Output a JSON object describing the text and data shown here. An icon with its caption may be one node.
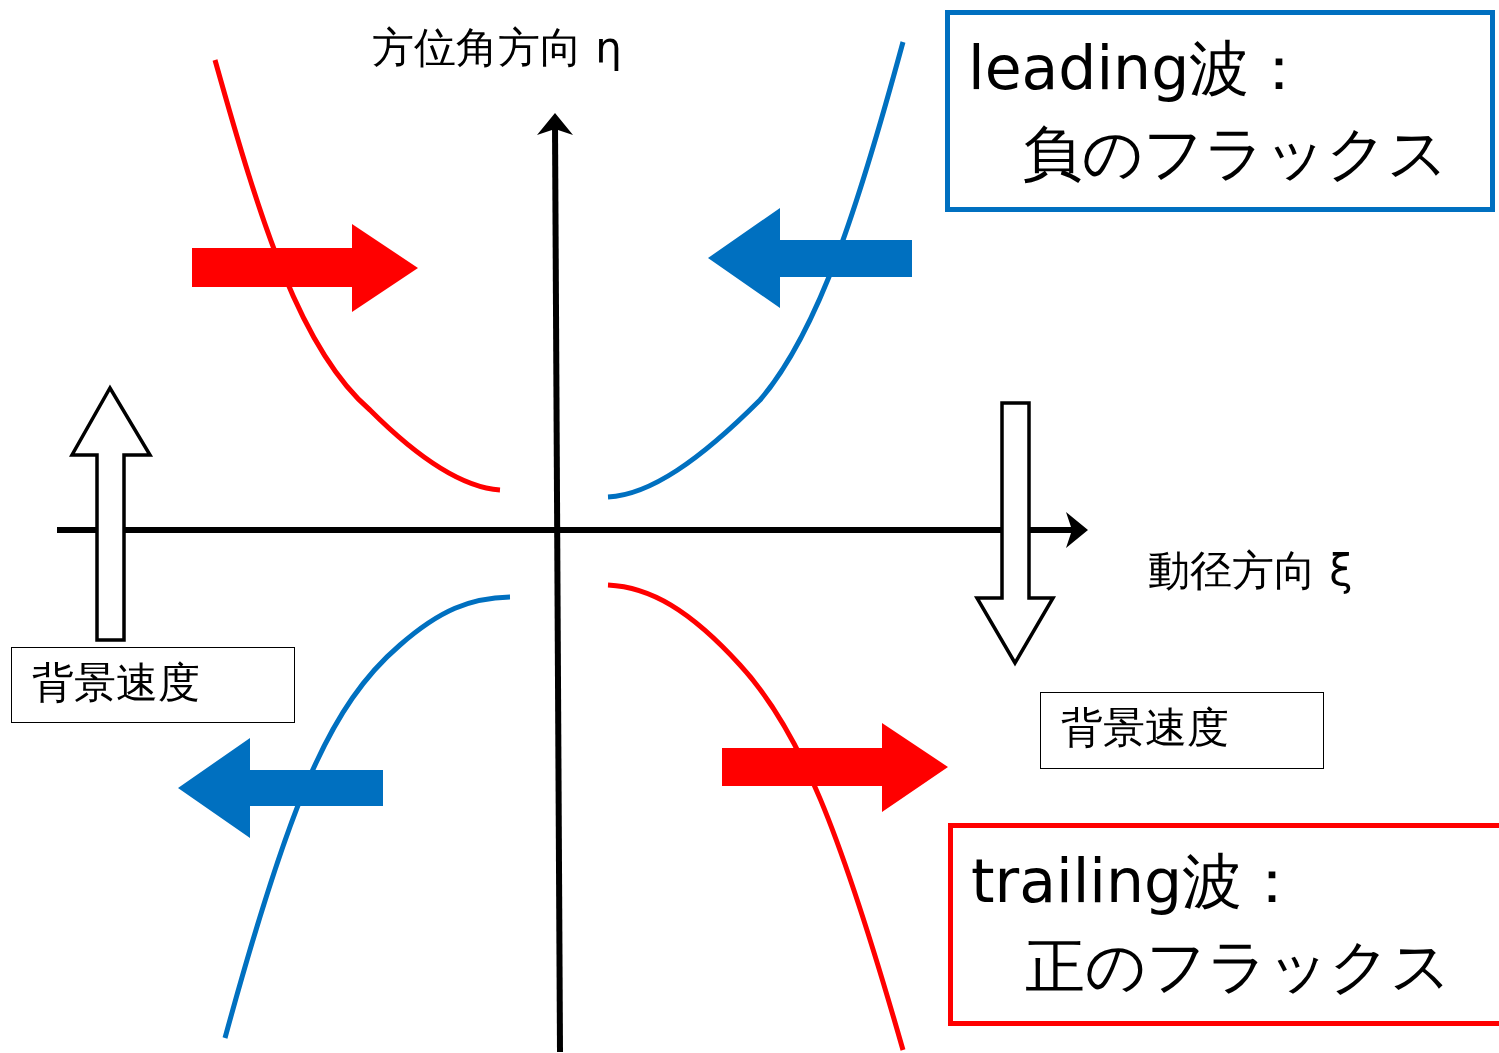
{
  "diagram": {
    "nodes": [
      {
        "text": [
          "leading波：",
          "負のフラックス"
        ]
      },
      {
        "text": [
          "trailing波：",
          "正のフラックス"
        ]
      },
      {
        "text": [
          "背景速度"
        ]
      },
      {
        "text": [
          "背景速度"
        ]
      }
    ],
    "labels": [
      "方位角方向 η",
      "動径方向 ξ"
    ]
  }
}
